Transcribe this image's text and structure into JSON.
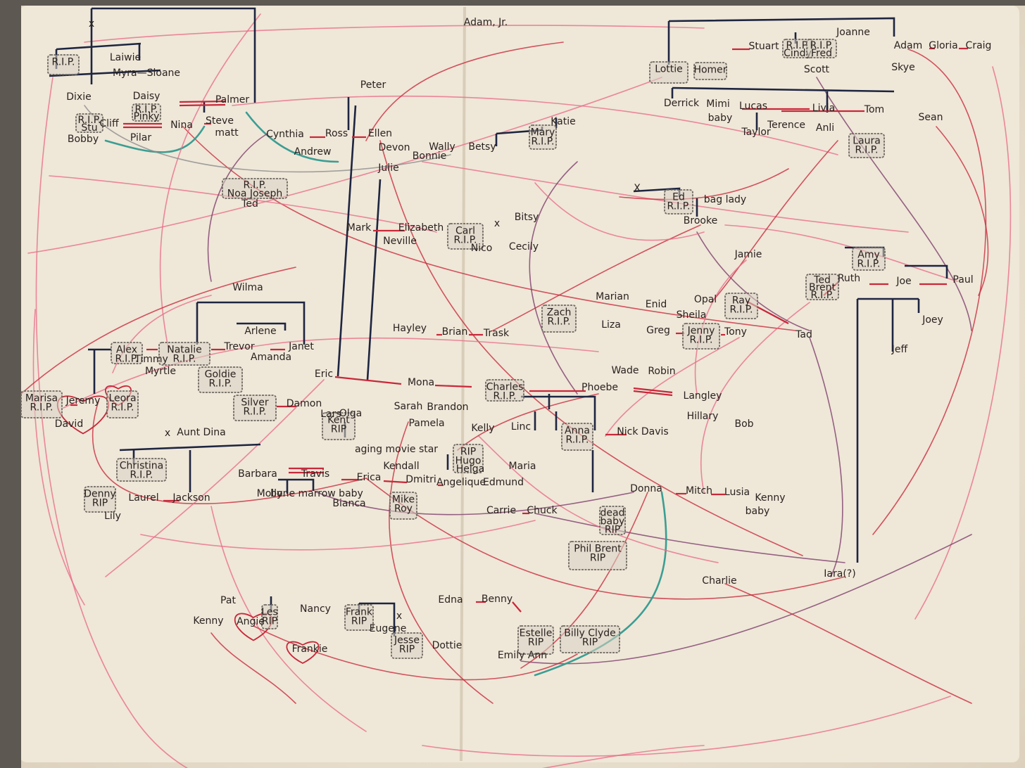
{
  "colors": {
    "paper": "#efe7d8",
    "ink": "#1d2540",
    "red": "#c8283a",
    "pink": "#e86a86",
    "purple": "#7a3a68",
    "teal": "#2f9a8f",
    "grey": "#8a8a8a"
  },
  "nodes": [
    {
      "id": "adam_jr",
      "label": "Adam, Jr."
    },
    {
      "id": "laiwie",
      "label": "Laiwie"
    },
    {
      "id": "myra_sloane",
      "label": "Myra—Sloane"
    },
    {
      "id": "dixie",
      "label": "Dixie"
    },
    {
      "id": "daisy",
      "label": "Daisy"
    },
    {
      "id": "palmer",
      "label": "Palmer"
    },
    {
      "id": "peter",
      "label": "Peter"
    },
    {
      "id": "cliff",
      "label": "Cliff"
    },
    {
      "id": "nina",
      "label": "Nina"
    },
    {
      "id": "steve",
      "label": "Steve"
    },
    {
      "id": "matt",
      "label": "matt"
    },
    {
      "id": "pilar",
      "label": "Pilar"
    },
    {
      "id": "bobby",
      "label": "Bobby"
    },
    {
      "id": "cynthia",
      "label": "Cynthia"
    },
    {
      "id": "ross",
      "label": "Ross"
    },
    {
      "id": "ellen",
      "label": "Ellen"
    },
    {
      "id": "andrew",
      "label": "Andrew"
    },
    {
      "id": "devon",
      "label": "Devon"
    },
    {
      "id": "wally",
      "label": "Wally"
    },
    {
      "id": "bonnie",
      "label": "Bonnie"
    },
    {
      "id": "betsy",
      "label": "Betsy"
    },
    {
      "id": "katie",
      "label": "Katie"
    },
    {
      "id": "julie",
      "label": "Julie"
    },
    {
      "id": "ted",
      "label": "Ted"
    },
    {
      "id": "mark",
      "label": "Mark"
    },
    {
      "id": "elizabeth",
      "label": "Elizabeth"
    },
    {
      "id": "neville",
      "label": "Neville"
    },
    {
      "id": "nico",
      "label": "Nico"
    },
    {
      "id": "cecily",
      "label": "Cecily"
    },
    {
      "id": "bitsy",
      "label": "Bitsy"
    },
    {
      "id": "stuart",
      "label": "Stuart"
    },
    {
      "id": "joanne",
      "label": "Joanne"
    },
    {
      "id": "scott",
      "label": "Scott"
    },
    {
      "id": "adam",
      "label": "Adam"
    },
    {
      "id": "gloria",
      "label": "Gloria"
    },
    {
      "id": "craig",
      "label": "Craig"
    },
    {
      "id": "skye",
      "label": "Skye"
    },
    {
      "id": "derrick",
      "label": "Derrick"
    },
    {
      "id": "mimi",
      "label": "Mimi"
    },
    {
      "id": "lucas",
      "label": "Lucas"
    },
    {
      "id": "livia",
      "label": "Livia"
    },
    {
      "id": "tom",
      "label": "Tom"
    },
    {
      "id": "sean",
      "label": "Sean"
    },
    {
      "id": "baby1",
      "label": "baby"
    },
    {
      "id": "taylor",
      "label": "Taylor"
    },
    {
      "id": "terence",
      "label": "Terence"
    },
    {
      "id": "anli",
      "label": "Anli"
    },
    {
      "id": "bag_lady",
      "label": "bag lady"
    },
    {
      "id": "brooke",
      "label": "Brooke"
    },
    {
      "id": "jamie",
      "label": "Jamie"
    },
    {
      "id": "ruth",
      "label": "Ruth"
    },
    {
      "id": "joe",
      "label": "Joe"
    },
    {
      "id": "paul",
      "label": "Paul"
    },
    {
      "id": "joey",
      "label": "Joey"
    },
    {
      "id": "jeff",
      "label": "Jeff"
    },
    {
      "id": "tad",
      "label": "Tad"
    },
    {
      "id": "wilma",
      "label": "Wilma"
    },
    {
      "id": "arlene",
      "label": "Arlene"
    },
    {
      "id": "trevor",
      "label": "Trevor"
    },
    {
      "id": "janet",
      "label": "Janet"
    },
    {
      "id": "amanda",
      "label": "Amanda"
    },
    {
      "id": "timmy",
      "label": "Timmy"
    },
    {
      "id": "myrtle",
      "label": "Myrtle"
    },
    {
      "id": "jeremy",
      "label": "Jeremy"
    },
    {
      "id": "david",
      "label": "David"
    },
    {
      "id": "damon",
      "label": "Damon"
    },
    {
      "id": "eric",
      "label": "Eric"
    },
    {
      "id": "mona",
      "label": "Mona"
    },
    {
      "id": "hayley",
      "label": "Hayley"
    },
    {
      "id": "brian",
      "label": "Brian"
    },
    {
      "id": "trask",
      "label": "Trask"
    },
    {
      "id": "marian",
      "label": "Marian"
    },
    {
      "id": "liza",
      "label": "Liza"
    },
    {
      "id": "enid",
      "label": "Enid"
    },
    {
      "id": "sheila",
      "label": "Sheila"
    },
    {
      "id": "greg",
      "label": "Greg"
    },
    {
      "id": "tony",
      "label": "Tony"
    },
    {
      "id": "opal",
      "label": "Opal"
    },
    {
      "id": "wade",
      "label": "Wade"
    },
    {
      "id": "robin",
      "label": "Robin"
    },
    {
      "id": "phoebe",
      "label": "Phoebe"
    },
    {
      "id": "langley",
      "label": "Langley"
    },
    {
      "id": "hillary",
      "label": "Hillary"
    },
    {
      "id": "bob",
      "label": "Bob"
    },
    {
      "id": "sarah",
      "label": "Sarah"
    },
    {
      "id": "brandon",
      "label": "Brandon"
    },
    {
      "id": "pamela",
      "label": "Pamela"
    },
    {
      "id": "lars",
      "label": "Lars"
    },
    {
      "id": "olga",
      "label": "Olga"
    },
    {
      "id": "kelly",
      "label": "Kelly"
    },
    {
      "id": "linc",
      "label": "Linc"
    },
    {
      "id": "nick_davis",
      "label": "Nick Davis"
    },
    {
      "id": "aunt_dina",
      "label": "Aunt Dina"
    },
    {
      "id": "barbara",
      "label": "Barbara"
    },
    {
      "id": "travis",
      "label": "Travis"
    },
    {
      "id": "molly",
      "label": "Molly"
    },
    {
      "id": "bone_marrow_baby",
      "label": "bone marrow baby"
    },
    {
      "id": "erica",
      "label": "Erica"
    },
    {
      "id": "bianca",
      "label": "Bianca"
    },
    {
      "id": "aging_movie_star",
      "label": "aging movie star"
    },
    {
      "id": "kendall",
      "label": "Kendall"
    },
    {
      "id": "dmitri",
      "label": "Dmitri"
    },
    {
      "id": "angelique",
      "label": "Angelique"
    },
    {
      "id": "edmund",
      "label": "Edmund"
    },
    {
      "id": "maria",
      "label": "Maria"
    },
    {
      "id": "helga",
      "label": "Helga"
    },
    {
      "id": "laurel",
      "label": "Laurel"
    },
    {
      "id": "jackson",
      "label": "Jackson"
    },
    {
      "id": "lily",
      "label": "Lily"
    },
    {
      "id": "carrie",
      "label": "Carrie"
    },
    {
      "id": "chuck",
      "label": "Chuck"
    },
    {
      "id": "donna",
      "label": "Donna"
    },
    {
      "id": "mitch",
      "label": "Mitch"
    },
    {
      "id": "lusia",
      "label": "Lusia"
    },
    {
      "id": "kenny",
      "label": "Kenny"
    },
    {
      "id": "baby2",
      "label": "baby"
    },
    {
      "id": "iara",
      "label": "Iara(?)"
    },
    {
      "id": "charlie",
      "label": "Charlie"
    },
    {
      "id": "pat",
      "label": "Pat"
    },
    {
      "id": "kenny2",
      "label": "Kenny"
    },
    {
      "id": "angie",
      "label": "Angie"
    },
    {
      "id": "frankie",
      "label": "Frankie"
    },
    {
      "id": "nancy",
      "label": "Nancy"
    },
    {
      "id": "eugene",
      "label": "Eugene"
    },
    {
      "id": "edna",
      "label": "Edna"
    },
    {
      "id": "benny",
      "label": "Benny"
    },
    {
      "id": "dottie",
      "label": "Dottie"
    },
    {
      "id": "emily_ann",
      "label": "Emily Ann"
    }
  ],
  "rip_boxes": [
    {
      "id": "rip_topleft",
      "lines": [
        "R.I.P."
      ]
    },
    {
      "id": "rip_pinky",
      "lines": [
        "R.I.P.",
        "Pinky"
      ]
    },
    {
      "id": "rip_stu",
      "lines": [
        "R.I.P.",
        "Stu"
      ]
    },
    {
      "id": "rip_noa_joseph",
      "lines": [
        "R.I.P.",
        "Noa Joseph"
      ]
    },
    {
      "id": "rip_mary",
      "lines": [
        "Mary",
        "R.I.P."
      ]
    },
    {
      "id": "rip_cindy",
      "lines": [
        "R.I.P.",
        "Cindy"
      ]
    },
    {
      "id": "rip_fred",
      "lines": [
        "R.I.P.",
        "Fred"
      ]
    },
    {
      "id": "rip_lottie",
      "lines": [
        "Lottie"
      ]
    },
    {
      "id": "rip_homer",
      "lines": [
        "Homer"
      ]
    },
    {
      "id": "rip_laura",
      "lines": [
        "Laura",
        "R.I.P."
      ]
    },
    {
      "id": "rip_ed",
      "lines": [
        "Ed",
        "R.I.P."
      ]
    },
    {
      "id": "rip_carl",
      "lines": [
        "Carl",
        "R.I.P."
      ]
    },
    {
      "id": "rip_amy",
      "lines": [
        "Amy",
        "R.I.P."
      ]
    },
    {
      "id": "rip_ted_brent",
      "lines": [
        "Ted",
        "Brent",
        "R.I.P."
      ]
    },
    {
      "id": "rip_zach",
      "lines": [
        "Zach",
        "R.I.P."
      ]
    },
    {
      "id": "rip_ray",
      "lines": [
        "Ray",
        "R.I.P."
      ]
    },
    {
      "id": "rip_jenny",
      "lines": [
        "Jenny",
        "R.I.P."
      ]
    },
    {
      "id": "rip_alex",
      "lines": [
        "Alex",
        "R.I.P."
      ]
    },
    {
      "id": "rip_natalie",
      "lines": [
        "Natalie",
        "R.I.P."
      ]
    },
    {
      "id": "rip_goldie",
      "lines": [
        "Goldie",
        "R.I.P."
      ]
    },
    {
      "id": "rip_marisa",
      "lines": [
        "Marisa",
        "R.I.P."
      ]
    },
    {
      "id": "rip_leora",
      "lines": [
        "Leora",
        "R.I.P."
      ]
    },
    {
      "id": "rip_silver",
      "lines": [
        "Silver",
        "R.I.P."
      ]
    },
    {
      "id": "rip_charles",
      "lines": [
        "Charles",
        "R.I.P."
      ]
    },
    {
      "id": "rip_kent",
      "lines": [
        "Kent",
        "RIP"
      ]
    },
    {
      "id": "rip_anna",
      "lines": [
        "Anna",
        "R.I.P."
      ]
    },
    {
      "id": "rip_christina",
      "lines": [
        "Christina",
        "R.I.P."
      ]
    },
    {
      "id": "rip_denny",
      "lines": [
        "Denny",
        "RIP"
      ]
    },
    {
      "id": "rip_hugo",
      "lines": [
        "RIP",
        "Hugo"
      ]
    },
    {
      "id": "rip_mike_roy",
      "lines": [
        "Mike",
        "Roy"
      ]
    },
    {
      "id": "rip_dead_baby",
      "lines": [
        "dead",
        "baby",
        "RIP"
      ]
    },
    {
      "id": "rip_phil_brent",
      "lines": [
        "Phil Brent",
        "RIP"
      ]
    },
    {
      "id": "rip_frank",
      "lines": [
        "Frank",
        "RIP"
      ]
    },
    {
      "id": "rip_jesse",
      "lines": [
        "Jesse",
        "RIP"
      ]
    },
    {
      "id": "rip_estelle",
      "lines": [
        "Estelle",
        "RIP"
      ]
    },
    {
      "id": "rip_billy_clyde",
      "lines": [
        "Billy Clyde",
        "RIP"
      ]
    },
    {
      "id": "rip_les",
      "lines": [
        "Les",
        "RIP"
      ]
    }
  ],
  "marks": [
    {
      "id": "x_top",
      "label": "x"
    },
    {
      "id": "x_brooke",
      "label": "X"
    },
    {
      "id": "x_dina",
      "label": "x"
    },
    {
      "id": "x_jesse",
      "label": "x"
    },
    {
      "id": "x_nico",
      "label": "x"
    }
  ]
}
